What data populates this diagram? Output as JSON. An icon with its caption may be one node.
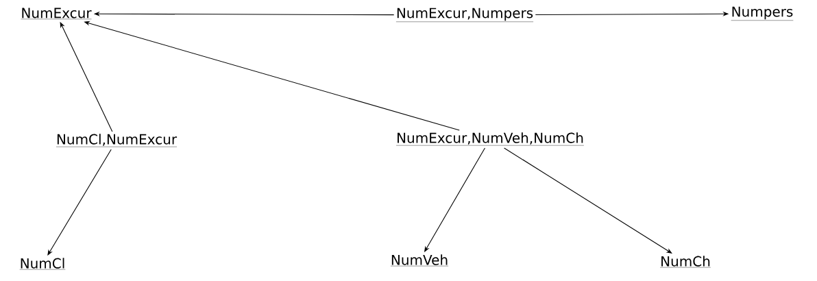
{
  "diagram": {
    "nodes": [
      {
        "text": [
          "NumExcur"
        ]
      },
      {
        "text": [
          "NumExcur,Numpers"
        ]
      },
      {
        "text": [
          "Numpers"
        ]
      },
      {
        "text": [
          "NumCl,NumExcur"
        ]
      },
      {
        "text": [
          "NumExcur,NumVeh,NumCh"
        ]
      },
      {
        "text": [
          "NumCl"
        ]
      },
      {
        "text": [
          "NumVeh"
        ]
      },
      {
        "text": [
          "NumCh"
        ]
      }
    ],
    "edges": [
      {
        "from": 1,
        "to": 0,
        "arrow": "to"
      },
      {
        "from": 1,
        "to": 2,
        "arrow": "to"
      },
      {
        "from": 3,
        "to": 0,
        "arrow": "to"
      },
      {
        "from": 4,
        "to": 0,
        "arrow": "to"
      },
      {
        "from": 3,
        "to": 5,
        "arrow": "to"
      },
      {
        "from": 4,
        "to": 6,
        "arrow": "to"
      },
      {
        "from": 4,
        "to": 7,
        "arrow": "to"
      }
    ]
  }
}
